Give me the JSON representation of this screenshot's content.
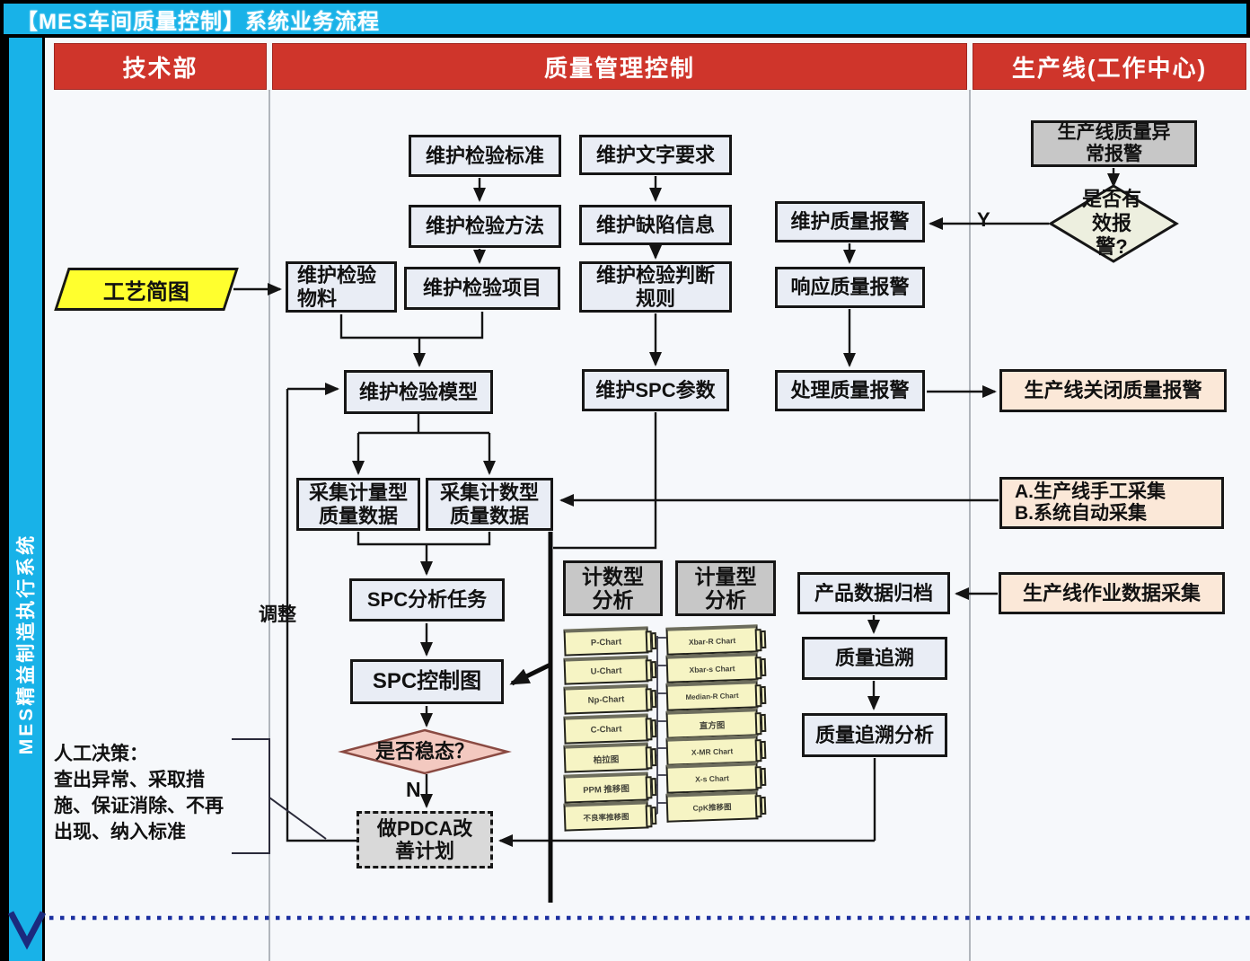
{
  "title": "【MES车间质量控制】系统业务流程",
  "sidebar": {
    "label": "MES精益制造执行系统"
  },
  "headers": {
    "tech": "技术部",
    "quality": "质量管理控制",
    "line": "生产线(工作中心)"
  },
  "nodes": {
    "process_sketch": "工艺简图",
    "maintain_standard": "维护检验标准",
    "maintain_method": "维护检验方法",
    "maintain_item": "维护检验项目",
    "maintain_material": "维护检验物料",
    "maintain_text_req": "维护文字要求",
    "maintain_defect_info": "维护缺陷信息",
    "maintain_judge_rule": "维护检验判断规则",
    "maintain_quality_alarm": "维护质量报警",
    "respond_quality_alarm": "响应质量报警",
    "handle_quality_alarm": "处理质量报警",
    "line_abnormal_alarm": "生产线质量异常报警",
    "valid_alarm_question": "是否有效报警?",
    "line_close_alarm": "生产线关闭质量报警",
    "maintain_model": "维护检验模型",
    "maintain_spc_param": "维护SPC参数",
    "collect_variable_data": "采集计量型质量数据",
    "collect_attribute_data": "采集计数型质量数据",
    "collect_manual": "A.生产线手工采集",
    "collect_auto": "B.系统自动采集",
    "attribute_analysis": "计数型分析",
    "variable_analysis": "计量型分析",
    "product_data_archive": "产品数据归档",
    "line_job_data_collect": "生产线作业数据采集",
    "spc_task": "SPC分析任务",
    "quality_trace": "质量追溯",
    "spc_control_chart": "SPC控制图",
    "quality_trace_analysis": "质量追溯分析",
    "stable_question": "是否稳态？",
    "pdca_plan": "做PDCA改善计划"
  },
  "labels": {
    "yes": "Y",
    "no": "N",
    "adjust": "调整"
  },
  "manual_decision": {
    "l1": "人工决策：",
    "l2": "查出异常、采取措",
    "l3": "施、保证消除、不再",
    "l4": "出现、纳入标准"
  },
  "charts": {
    "attribute": [
      "P-Chart",
      "U-Chart",
      "Np-Chart",
      "C-Chart",
      "柏拉图",
      "PPM 推移图",
      "不良率推移图"
    ],
    "variable": [
      "Xbar-R Chart",
      "Xbar-s Chart",
      "Median-R Chart",
      "直方图",
      "X-MR Chart",
      "X-s Chart",
      "CpK推移图"
    ]
  },
  "colors": {
    "bar_cyan": "#18b2e8",
    "header_red": "#cf352b",
    "node_fill": "#e9edf5",
    "peach_fill": "#fbe8d8",
    "gray_fill": "#c7c7c7",
    "yellow_fill": "#ffff2e",
    "chart_chip_fill": "#f6f4c4",
    "diamond_valid_fill": "#edefdf",
    "diamond_stable_fill": "#f3c9c0",
    "dotted_line_navy": "#1b2fa0"
  }
}
